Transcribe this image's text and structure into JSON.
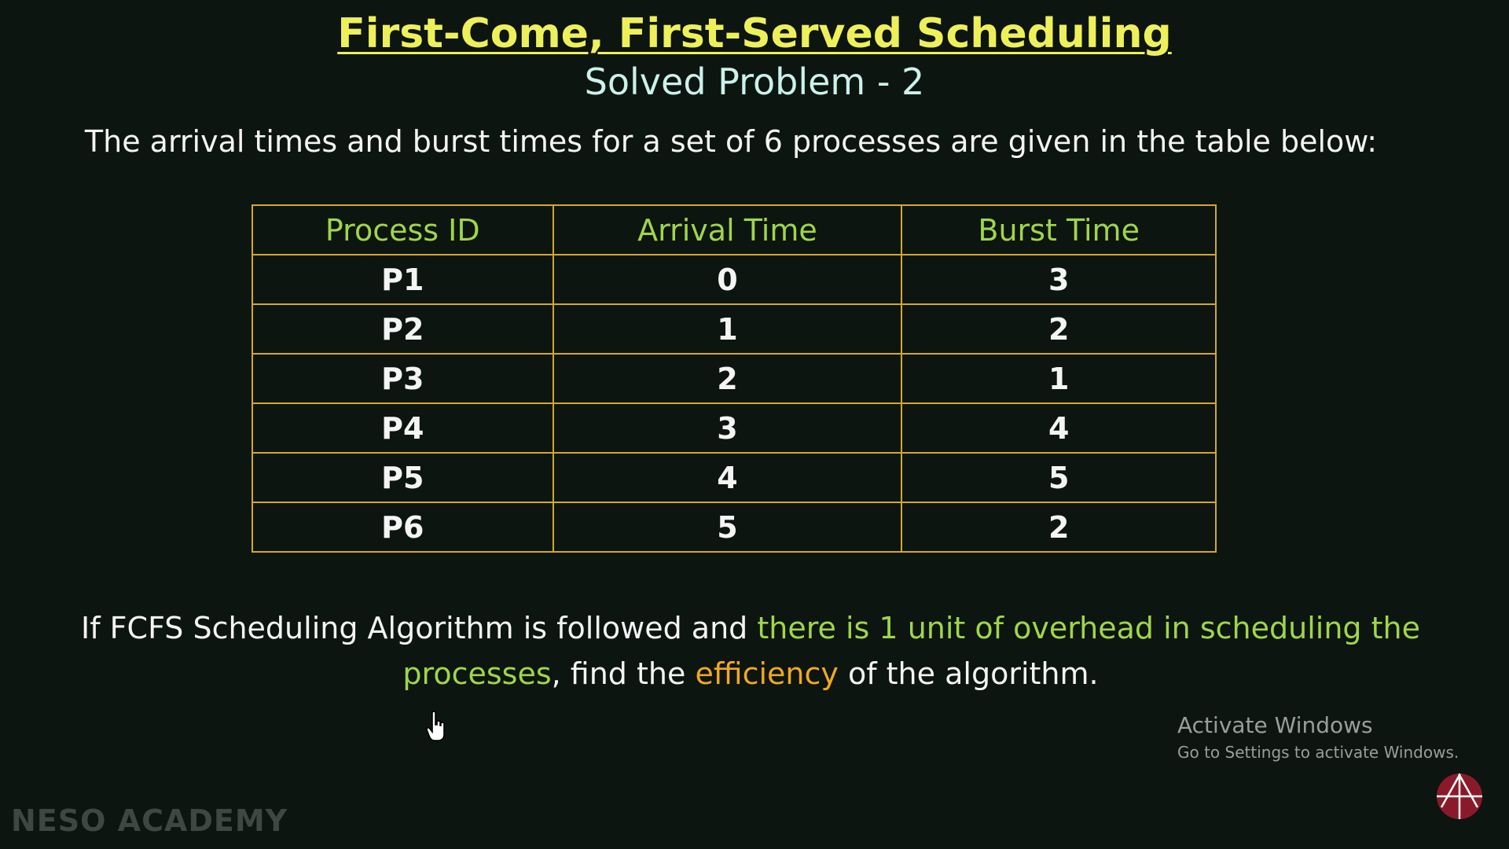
{
  "slide": {
    "title": "First-Come, First-Served Scheduling",
    "subtitle": "Solved Problem - 2",
    "intro": "The arrival times and burst times for a set of 6 processes are given in the table below:"
  },
  "table": {
    "headers": [
      "Process ID",
      "Arrival Time",
      "Burst Time"
    ],
    "rows": [
      [
        "P1",
        "0",
        "3"
      ],
      [
        "P2",
        "1",
        "2"
      ],
      [
        "P3",
        "2",
        "1"
      ],
      [
        "P4",
        "3",
        "4"
      ],
      [
        "P5",
        "4",
        "5"
      ],
      [
        "P6",
        "5",
        "2"
      ]
    ]
  },
  "question": {
    "part1": "If FCFS Scheduling Algorithm is followed and ",
    "highlight1": "there is 1 unit of overhead in scheduling the processes",
    "part2": ", find the ",
    "highlight2": "efficiency",
    "part3": " of the algorithm."
  },
  "overlay": {
    "activate_title": "Activate Windows",
    "activate_subtitle": "Go to Settings to activate Windows."
  },
  "branding": {
    "watermark": "NESO ACADEMY",
    "logo_icon": "neso-logo-icon"
  },
  "colors": {
    "background": "#0d1511",
    "title": "#eef05a",
    "subtitle": "#c9f2ea",
    "table_border": "#d4a72c",
    "table_header": "#9fd64a",
    "highlight_green": "#9fd64a",
    "highlight_orange": "#f0a820"
  }
}
